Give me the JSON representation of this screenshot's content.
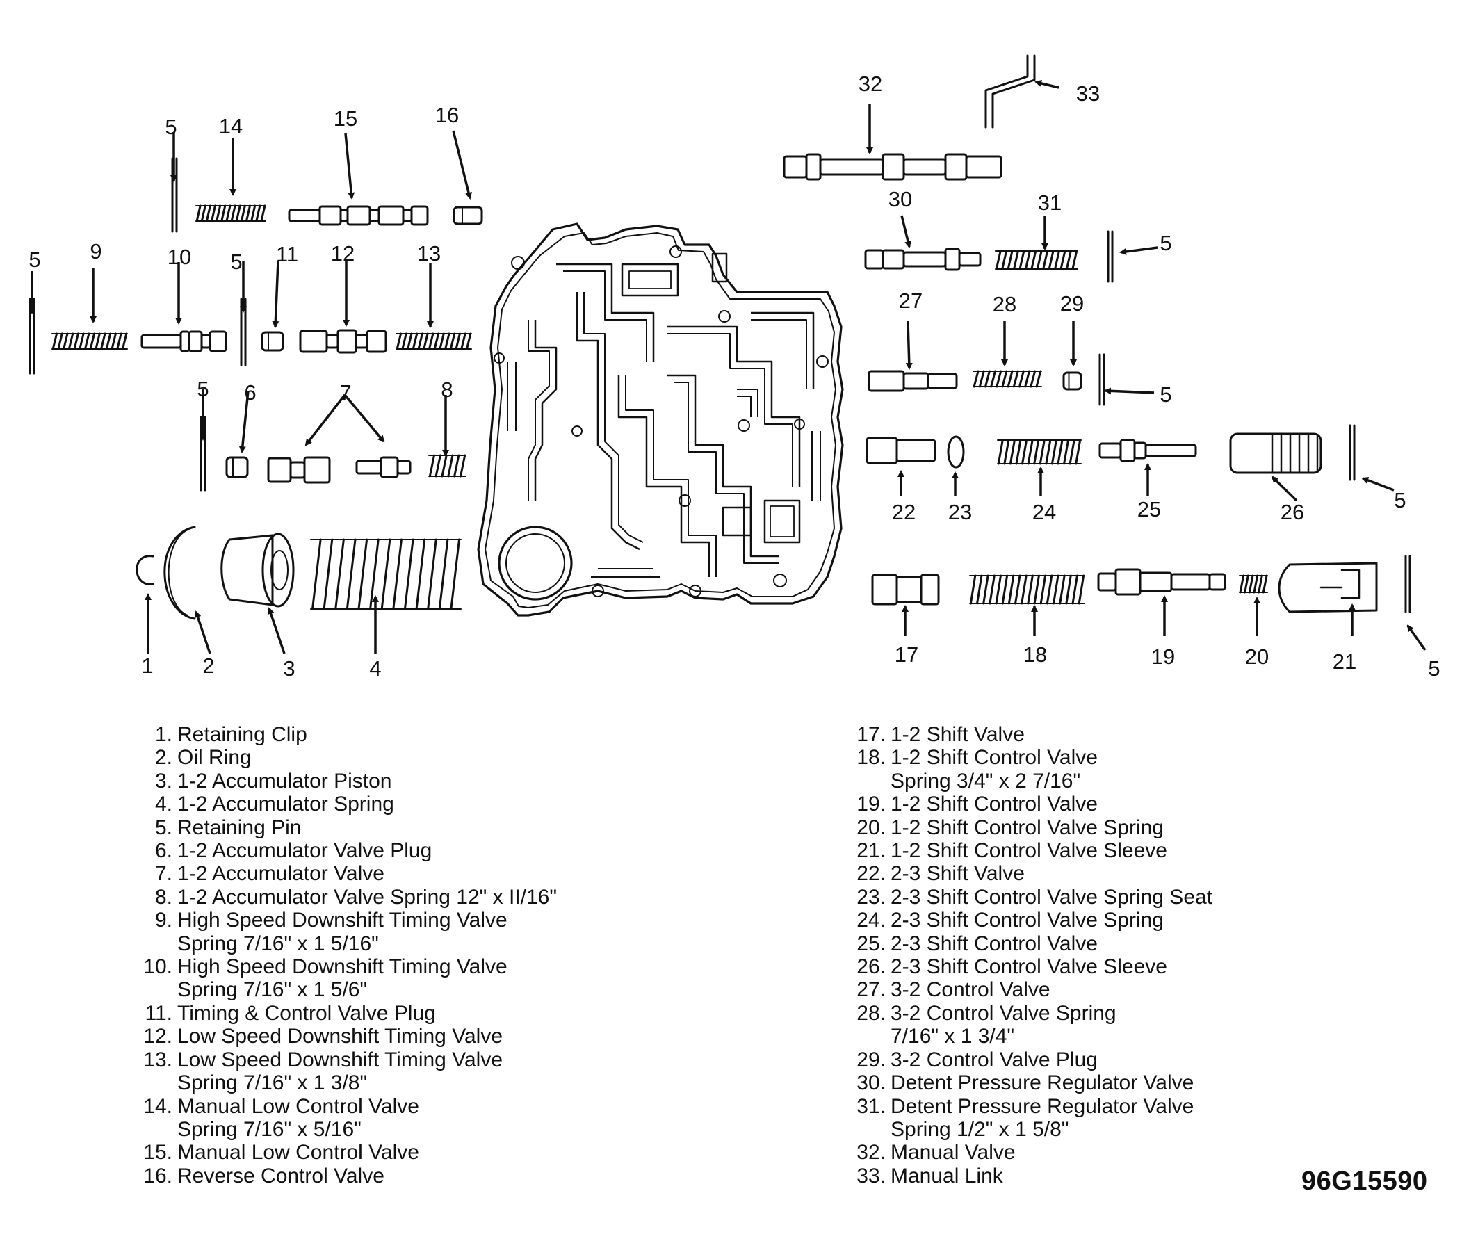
{
  "callouts": [
    "1",
    "2",
    "3",
    "4",
    "5",
    "6",
    "7",
    "8",
    "9",
    "10",
    "11",
    "12",
    "13",
    "14",
    "15",
    "16",
    "17",
    "18",
    "19",
    "20",
    "21",
    "22",
    "23",
    "24",
    "25",
    "26",
    "27",
    "28",
    "29",
    "30",
    "31",
    "32",
    "33"
  ],
  "legend_left": [
    {
      "n": "1.",
      "lines": [
        "Retaining Clip"
      ]
    },
    {
      "n": "2.",
      "lines": [
        "Oil Ring"
      ]
    },
    {
      "n": "3.",
      "lines": [
        "1-2 Accumulator Piston"
      ]
    },
    {
      "n": "4.",
      "lines": [
        "1-2 Accumulator Spring"
      ]
    },
    {
      "n": "5.",
      "lines": [
        "Retaining Pin"
      ]
    },
    {
      "n": "6.",
      "lines": [
        "1-2 Accumulator Valve Plug"
      ]
    },
    {
      "n": "7.",
      "lines": [
        "1-2 Accumulator Valve"
      ]
    },
    {
      "n": "8.",
      "lines": [
        "1-2 Accumulator Valve Spring 12\" x II/16\""
      ]
    },
    {
      "n": "9.",
      "lines": [
        "High Speed Downshift Timing Valve",
        "Spring 7/16\" x 1 5/16\""
      ]
    },
    {
      "n": "10.",
      "lines": [
        "High Speed Downshift Timing Valve",
        "Spring 7/16\" x 1 5/6\""
      ]
    },
    {
      "n": "11.",
      "lines": [
        "Timing & Control Valve Plug"
      ]
    },
    {
      "n": "12.",
      "lines": [
        "Low Speed Downshift Timing Valve"
      ]
    },
    {
      "n": "13.",
      "lines": [
        "Low Speed Downshift Timing Valve",
        "Spring 7/16\" x 1 3/8\""
      ]
    },
    {
      "n": "14.",
      "lines": [
        "Manual Low Control Valve",
        "Spring 7/16\" x 5/16\""
      ]
    },
    {
      "n": "15.",
      "lines": [
        "Manual Low Control Valve"
      ]
    },
    {
      "n": "16.",
      "lines": [
        "Reverse Control Valve"
      ]
    }
  ],
  "legend_right": [
    {
      "n": "17.",
      "lines": [
        "1-2 Shift Valve"
      ]
    },
    {
      "n": "18.",
      "lines": [
        "1-2 Shift Control Valve",
        "Spring 3/4\" x 2 7/16\""
      ]
    },
    {
      "n": "19.",
      "lines": [
        "1-2 Shift Control Valve"
      ]
    },
    {
      "n": "20.",
      "lines": [
        "1-2 Shift Control Valve Spring"
      ]
    },
    {
      "n": "21.",
      "lines": [
        "1-2 Shift Control Valve Sleeve"
      ]
    },
    {
      "n": "22.",
      "lines": [
        "2-3 Shift Valve"
      ]
    },
    {
      "n": "23.",
      "lines": [
        "2-3 Shift Control Valve Spring Seat"
      ]
    },
    {
      "n": "24.",
      "lines": [
        "2-3 Shift Control Valve Spring"
      ]
    },
    {
      "n": "25.",
      "lines": [
        "2-3 Shift Control Valve"
      ]
    },
    {
      "n": "26.",
      "lines": [
        "2-3 Shift Control Valve Sleeve"
      ]
    },
    {
      "n": "27.",
      "lines": [
        "3-2 Control Valve"
      ]
    },
    {
      "n": "28.",
      "lines": [
        "3-2 Control Valve Spring",
        "7/16\" x 1 3/4\""
      ]
    },
    {
      "n": "29.",
      "lines": [
        "3-2 Control Valve Plug"
      ]
    },
    {
      "n": "30.",
      "lines": [
        "Detent Pressure Regulator Valve"
      ]
    },
    {
      "n": "31.",
      "lines": [
        "Detent Pressure Regulator Valve",
        "Spring 1/2\" x 1 5/8\""
      ]
    },
    {
      "n": "32.",
      "lines": [
        "Manual Valve"
      ]
    },
    {
      "n": "33.",
      "lines": [
        "Manual Link"
      ]
    }
  ],
  "figure_id": "96G15590"
}
